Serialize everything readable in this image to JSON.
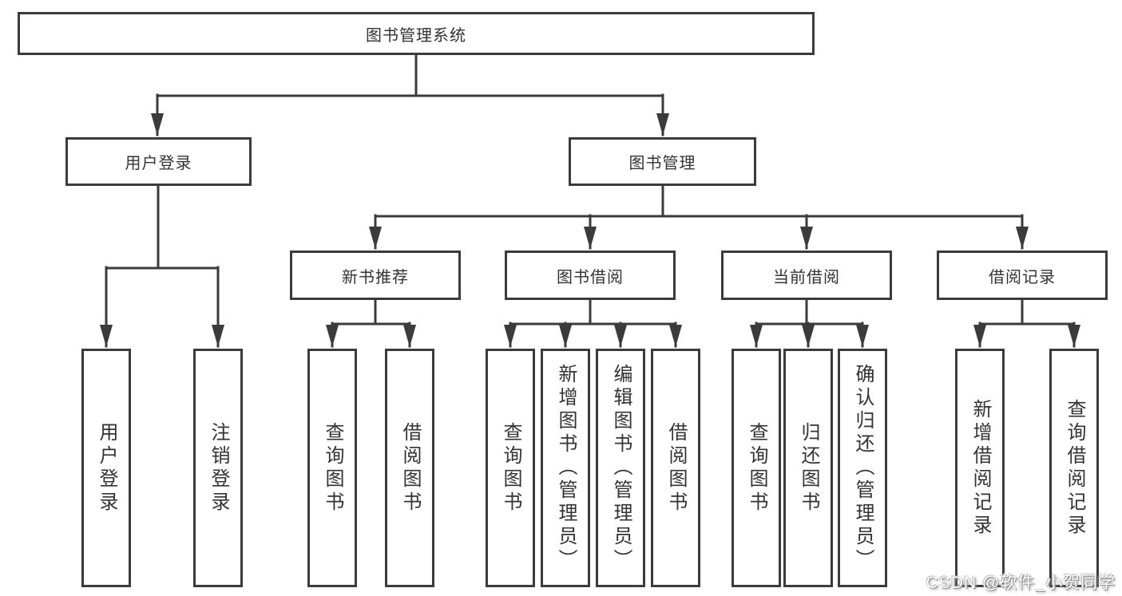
{
  "root": {
    "label": "图书管理系统"
  },
  "branches": {
    "user_login": {
      "label": "用户登录",
      "children": [
        "用户登录",
        "注销登录"
      ]
    },
    "book_management": {
      "label": "图书管理",
      "modules": [
        {
          "label": "新书推荐",
          "children": [
            "查询图书",
            "借阅图书"
          ]
        },
        {
          "label": "图书借阅",
          "children": [
            "查询图书",
            "新增图书（管理员）",
            "编辑图书（管理员）",
            "借阅图书"
          ]
        },
        {
          "label": "当前借阅",
          "children": [
            "查询图书",
            "归还图书",
            "确认归还（管理员）"
          ]
        },
        {
          "label": "借阅记录",
          "children": [
            "新增借阅记录",
            "查询借阅记录"
          ]
        }
      ]
    }
  },
  "watermark": "CSDN @软件_小贺同学",
  "colors": {
    "line": "#3b3b3b",
    "box_background": "#ffffff",
    "text": "#333333",
    "watermark_text": "#ffffff"
  }
}
